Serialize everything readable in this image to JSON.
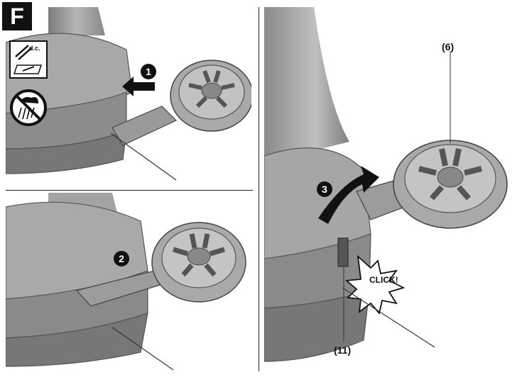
{
  "figure": {
    "letter": "F"
  },
  "steps": {
    "step1": "1",
    "step2": "2",
    "step3": "3"
  },
  "callouts": {
    "part6": "(6)",
    "part11": "(11)"
  },
  "burst": {
    "text": "CLICK!"
  },
  "icons": {
    "dc_label": "d.c.",
    "manual_icon": "read-manual-icon",
    "no_rain_icon": "no-rain-icon"
  },
  "colors": {
    "tool_body": "#9a9a9a",
    "tool_dark": "#6a6a6a",
    "tool_light": "#c8c8c8",
    "accent": "#111111"
  }
}
